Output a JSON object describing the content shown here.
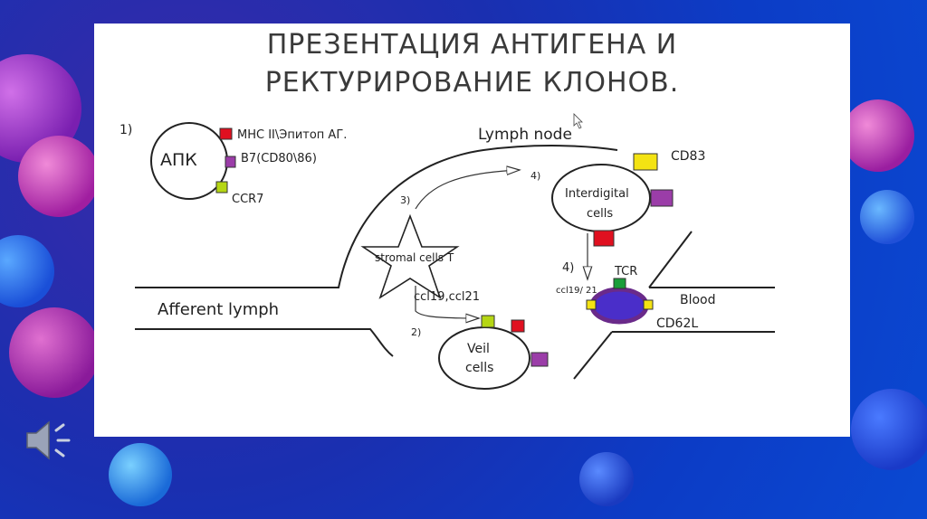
{
  "slide": {
    "title_line1": "ПРЕЗЕНТАЦИЯ АНТИГЕНА И",
    "title_line2": "РЕКТУРИРОВАНИЕ КЛОНОВ."
  },
  "diagram": {
    "step1": "1)",
    "apc": "АПК",
    "legend_mhc": "МНС II\\Эпитоп АГ.",
    "legend_b7": "B7(CD80\\86)",
    "legend_ccr7": "CCR7",
    "lymph_node": "Lymph node",
    "cd83": "CD83",
    "step4_top": "4)",
    "interdigital_l1": "Interdigital",
    "interdigital_l2": "cells",
    "step3": "3)",
    "stromal": "stromal cells T",
    "ccl_label": "ccl19,ccl21",
    "step2": "2)",
    "veil_l1": "Veil",
    "veil_l2": "cells",
    "afferent": "Afferent lymph",
    "step4": "4)",
    "tcr": "TCR",
    "ccl_small": "ccl19/ 21",
    "blood": "Blood",
    "cd62l": "CD62L"
  },
  "colors": {
    "mhc": "#e01020",
    "b7": "#9b3da8",
    "ccr7": "#b5d614",
    "cd83": "#f4e313",
    "tcr": "#1a9e3a",
    "tcell": "#4a2ec9"
  },
  "icons": {
    "speaker": "speaker-icon"
  }
}
